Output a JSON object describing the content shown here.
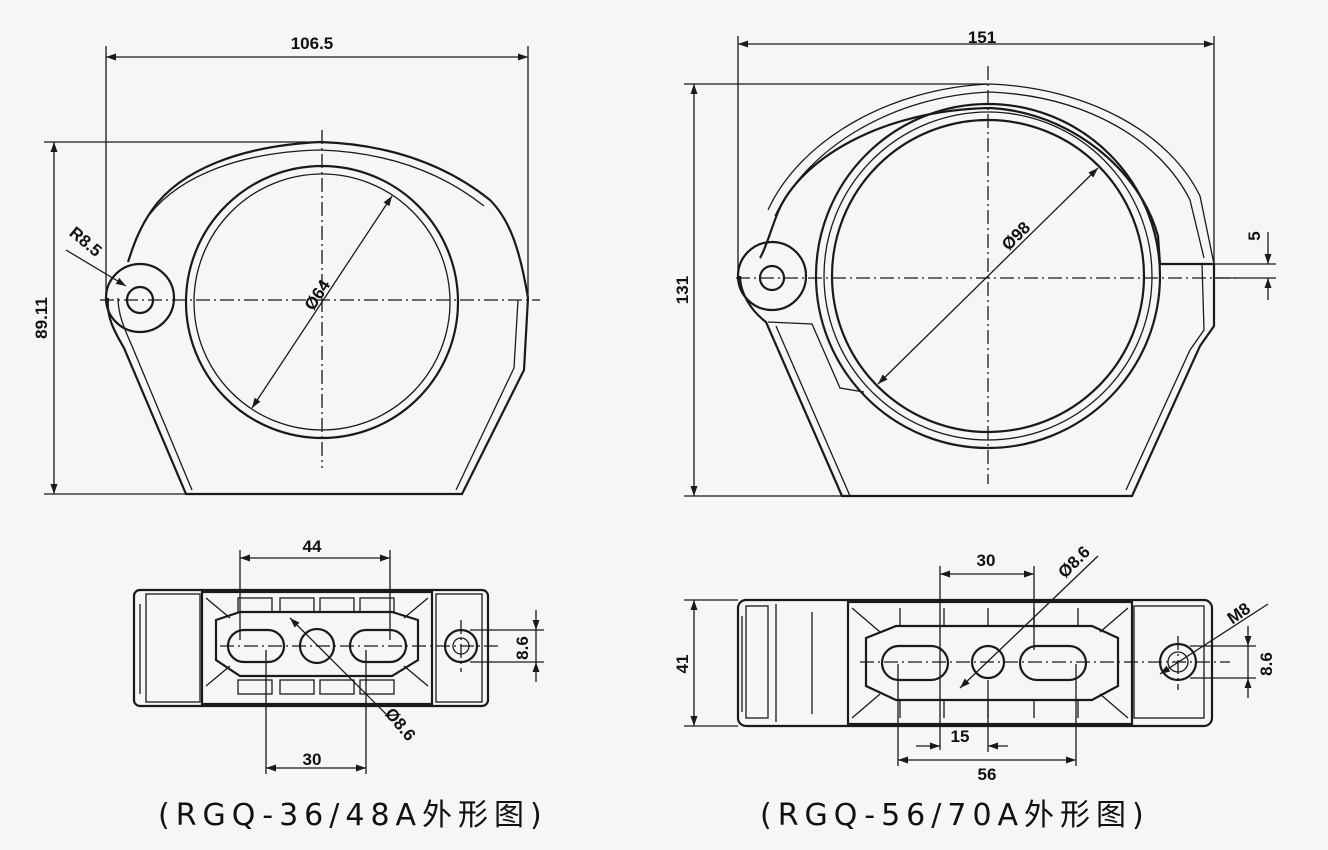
{
  "left_drawing": {
    "caption": "(RGQ-36/48A外形图)",
    "front_view": {
      "width_label": "106.5",
      "height_label": "89.11",
      "radius_label": "R8.5",
      "hole_label": "Ø64"
    },
    "bottom_view": {
      "top_label": "44",
      "bottom_label": "30",
      "height_label": "8.6",
      "hole_label": "Ø8.6"
    }
  },
  "right_drawing": {
    "caption": "(RGQ-56/70A外形图)",
    "front_view": {
      "width_label": "151",
      "height_label": "131",
      "gap_label": "5",
      "hole_label": "Ø98"
    },
    "bottom_view": {
      "top_label": "30",
      "hole_label": "Ø8.6",
      "thread_label": "M8",
      "height_left_label": "41",
      "height_right_label": "8.6",
      "inner_label": "15",
      "bottom_label": "56"
    }
  }
}
